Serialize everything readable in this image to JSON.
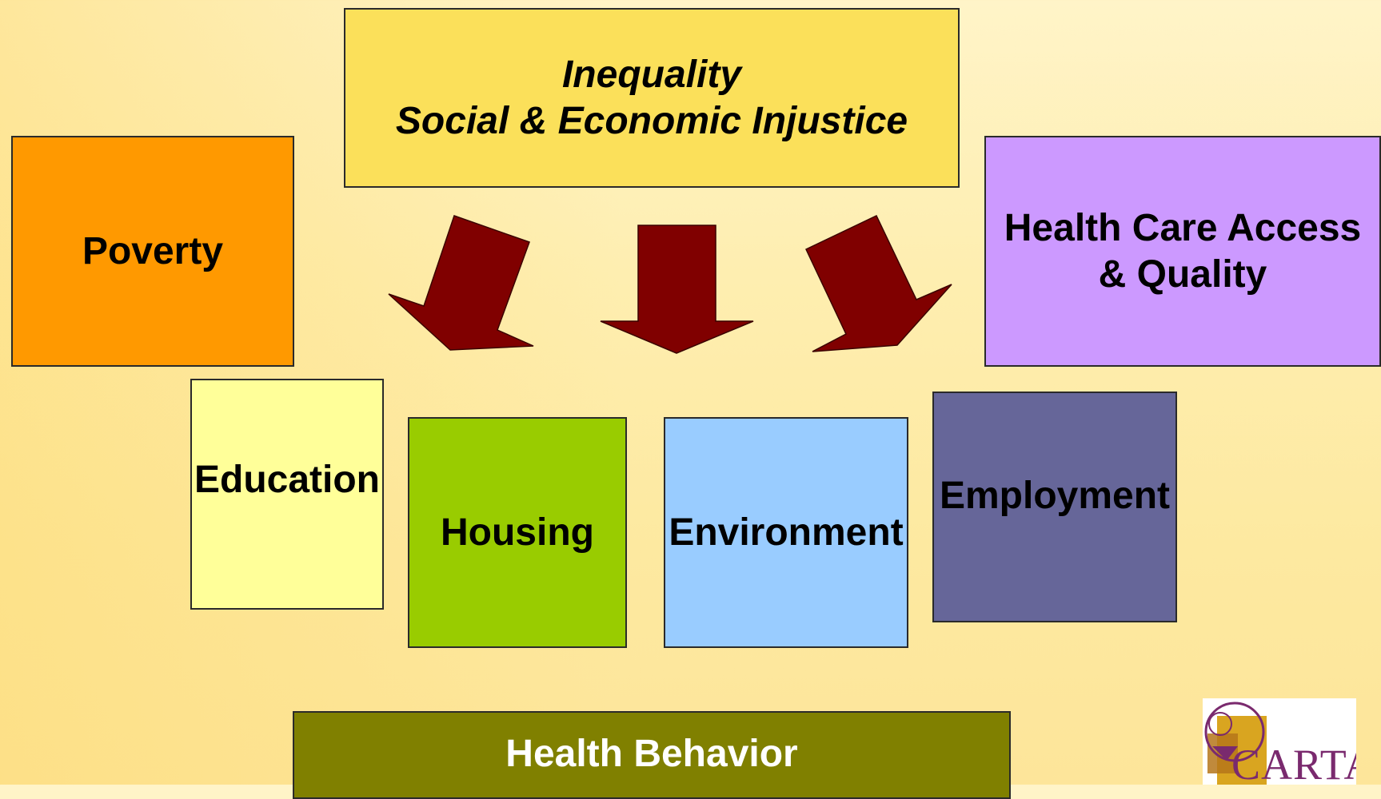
{
  "title_box": {
    "line1": "Inequality",
    "line2": "Social & Economic Injustice"
  },
  "boxes": {
    "poverty": "Poverty",
    "health_care_access": {
      "line1": "Health Care Access",
      "line2": "& Quality"
    },
    "education": "Education",
    "housing": "Housing",
    "environment": "Environment",
    "employment": "Employment",
    "health_behavior": "Health Behavior"
  },
  "logo": {
    "text": "CARTA"
  },
  "colors": {
    "inequality": "#fbe05a",
    "poverty": "#ff9900",
    "health_care_access": "#cc99ff",
    "education": "#ffff99",
    "housing": "#99cc00",
    "environment": "#99ccff",
    "employment": "#666699",
    "health_behavior": "#808000",
    "arrows": "#800000"
  },
  "icons": [
    "down-arrow-icon",
    "carta-logo"
  ]
}
